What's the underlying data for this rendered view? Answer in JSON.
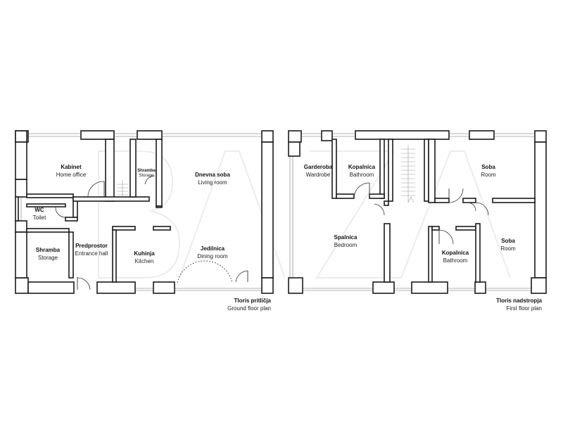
{
  "ground_floor": {
    "title": "Tloris pritličja",
    "subtitle": "Ground floor plan",
    "rooms": [
      {
        "name": "Kabinet",
        "sub": "Home office"
      },
      {
        "name": "Shramba",
        "sub": "Storage"
      },
      {
        "name": "Dnevna soba",
        "sub": "Living room"
      },
      {
        "name": "WC",
        "sub": "Toilet"
      },
      {
        "name": "Predprostor",
        "sub": "Entrance hall"
      },
      {
        "name": "Shramba",
        "sub": "Storage"
      },
      {
        "name": "Kuhinja",
        "sub": "Kitchen"
      },
      {
        "name": "Jedilnica",
        "sub": "Dining room"
      }
    ]
  },
  "first_floor": {
    "title": "Tloris nadstropja",
    "subtitle": "First floor plan",
    "rooms": [
      {
        "name": "Garderoba",
        "sub": "Wardrobe"
      },
      {
        "name": "Kopalnica",
        "sub": "Bathroom"
      },
      {
        "name": "Soba",
        "sub": "Room"
      },
      {
        "name": "Spalnica",
        "sub": "Bedroom"
      },
      {
        "name": "Kopalnica",
        "sub": "Bathroom"
      },
      {
        "name": "Soba",
        "sub": "Room"
      }
    ]
  },
  "watermark": "BAZA"
}
